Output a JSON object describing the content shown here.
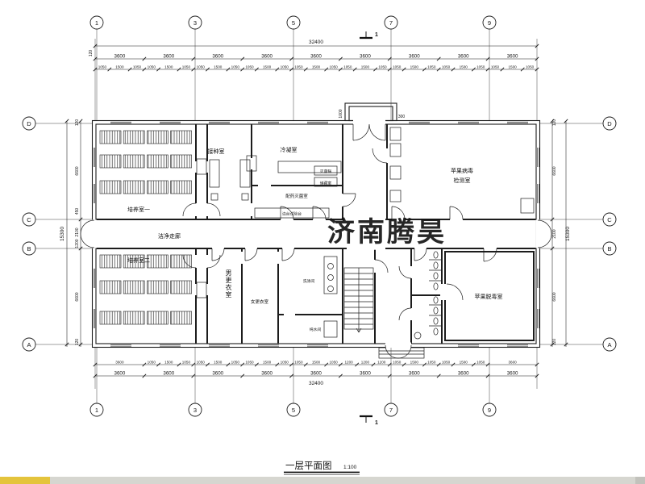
{
  "colors": {
    "watermark": "#e60012",
    "ink": "#1c1c1c",
    "scrollbar_thumb": "#e4c43c",
    "scrollbar_track": "#d6d6d0"
  },
  "watermark": {
    "text": "济南腾昊"
  },
  "title_block": {
    "title": "一层平面图",
    "scale": "1:100"
  },
  "grid": {
    "top": [
      "1",
      "3",
      "5",
      "7",
      "9"
    ],
    "bottom": [
      "1",
      "3",
      "5",
      "7",
      "9"
    ],
    "left": [
      "D",
      "C",
      "B",
      "A"
    ],
    "right": [
      "D",
      "C",
      "B",
      "A"
    ]
  },
  "section_marker": {
    "label": "1"
  },
  "dims": {
    "top_total": "32400",
    "top_120": "120",
    "top_3600": [
      "3600",
      "3600",
      "3600",
      "3600",
      "3600",
      "3600",
      "3600",
      "3600",
      "3600"
    ],
    "top_sub": [
      "1050",
      "1500",
      "1050",
      "1050",
      "1500",
      "1050",
      "1050",
      "1500",
      "1050",
      "1050",
      "1500",
      "1050",
      "1050",
      "1500",
      "1050",
      "1050",
      "1500",
      "1050",
      "1050",
      "1500",
      "1050",
      "1050",
      "1500",
      "1050",
      "1050",
      "1500",
      "1050"
    ],
    "bottom_total": "32400",
    "bottom_3600": [
      "3600",
      "3600",
      "3600",
      "3600",
      "3600",
      "3600",
      "3600",
      "3600",
      "3600"
    ],
    "bottom_sub": [
      "3600",
      "1050",
      "1500",
      "1050",
      "1050",
      "1500",
      "1050",
      "1050",
      "1500",
      "1050",
      "1050",
      "1500",
      "1050",
      "1200",
      "1200",
      "1200",
      "1050",
      "1500",
      "1050",
      "1050",
      "1500",
      "1050",
      "3600"
    ],
    "left": [
      "120",
      "6600",
      "450",
      "2100",
      "1200",
      "6600",
      "120"
    ],
    "left_total": "15300",
    "right": [
      "120",
      "6600",
      "2100",
      "6600",
      "120"
    ],
    "right_total": "15300",
    "porch_depth": "1000",
    "porch_step": "300"
  },
  "rooms": {
    "inoculation": "接种室",
    "condensation": "冷凝室",
    "dispensing": "配药灭菌室",
    "virus_line1": "苹果病毒",
    "virus_line2": "检测室",
    "culture1": "培养室一",
    "clean_corridor": "洁净走廊",
    "culture2": "培养室二",
    "men_changing": "男更衣室",
    "women_changing": "女更衣室",
    "apple_detox": "苹果脱毒室",
    "side_bench": "边台试验台",
    "autoclave": "灭菌锅",
    "storage": "储藏室",
    "washing": "洗涤间",
    "pure_water": "纯水间"
  }
}
